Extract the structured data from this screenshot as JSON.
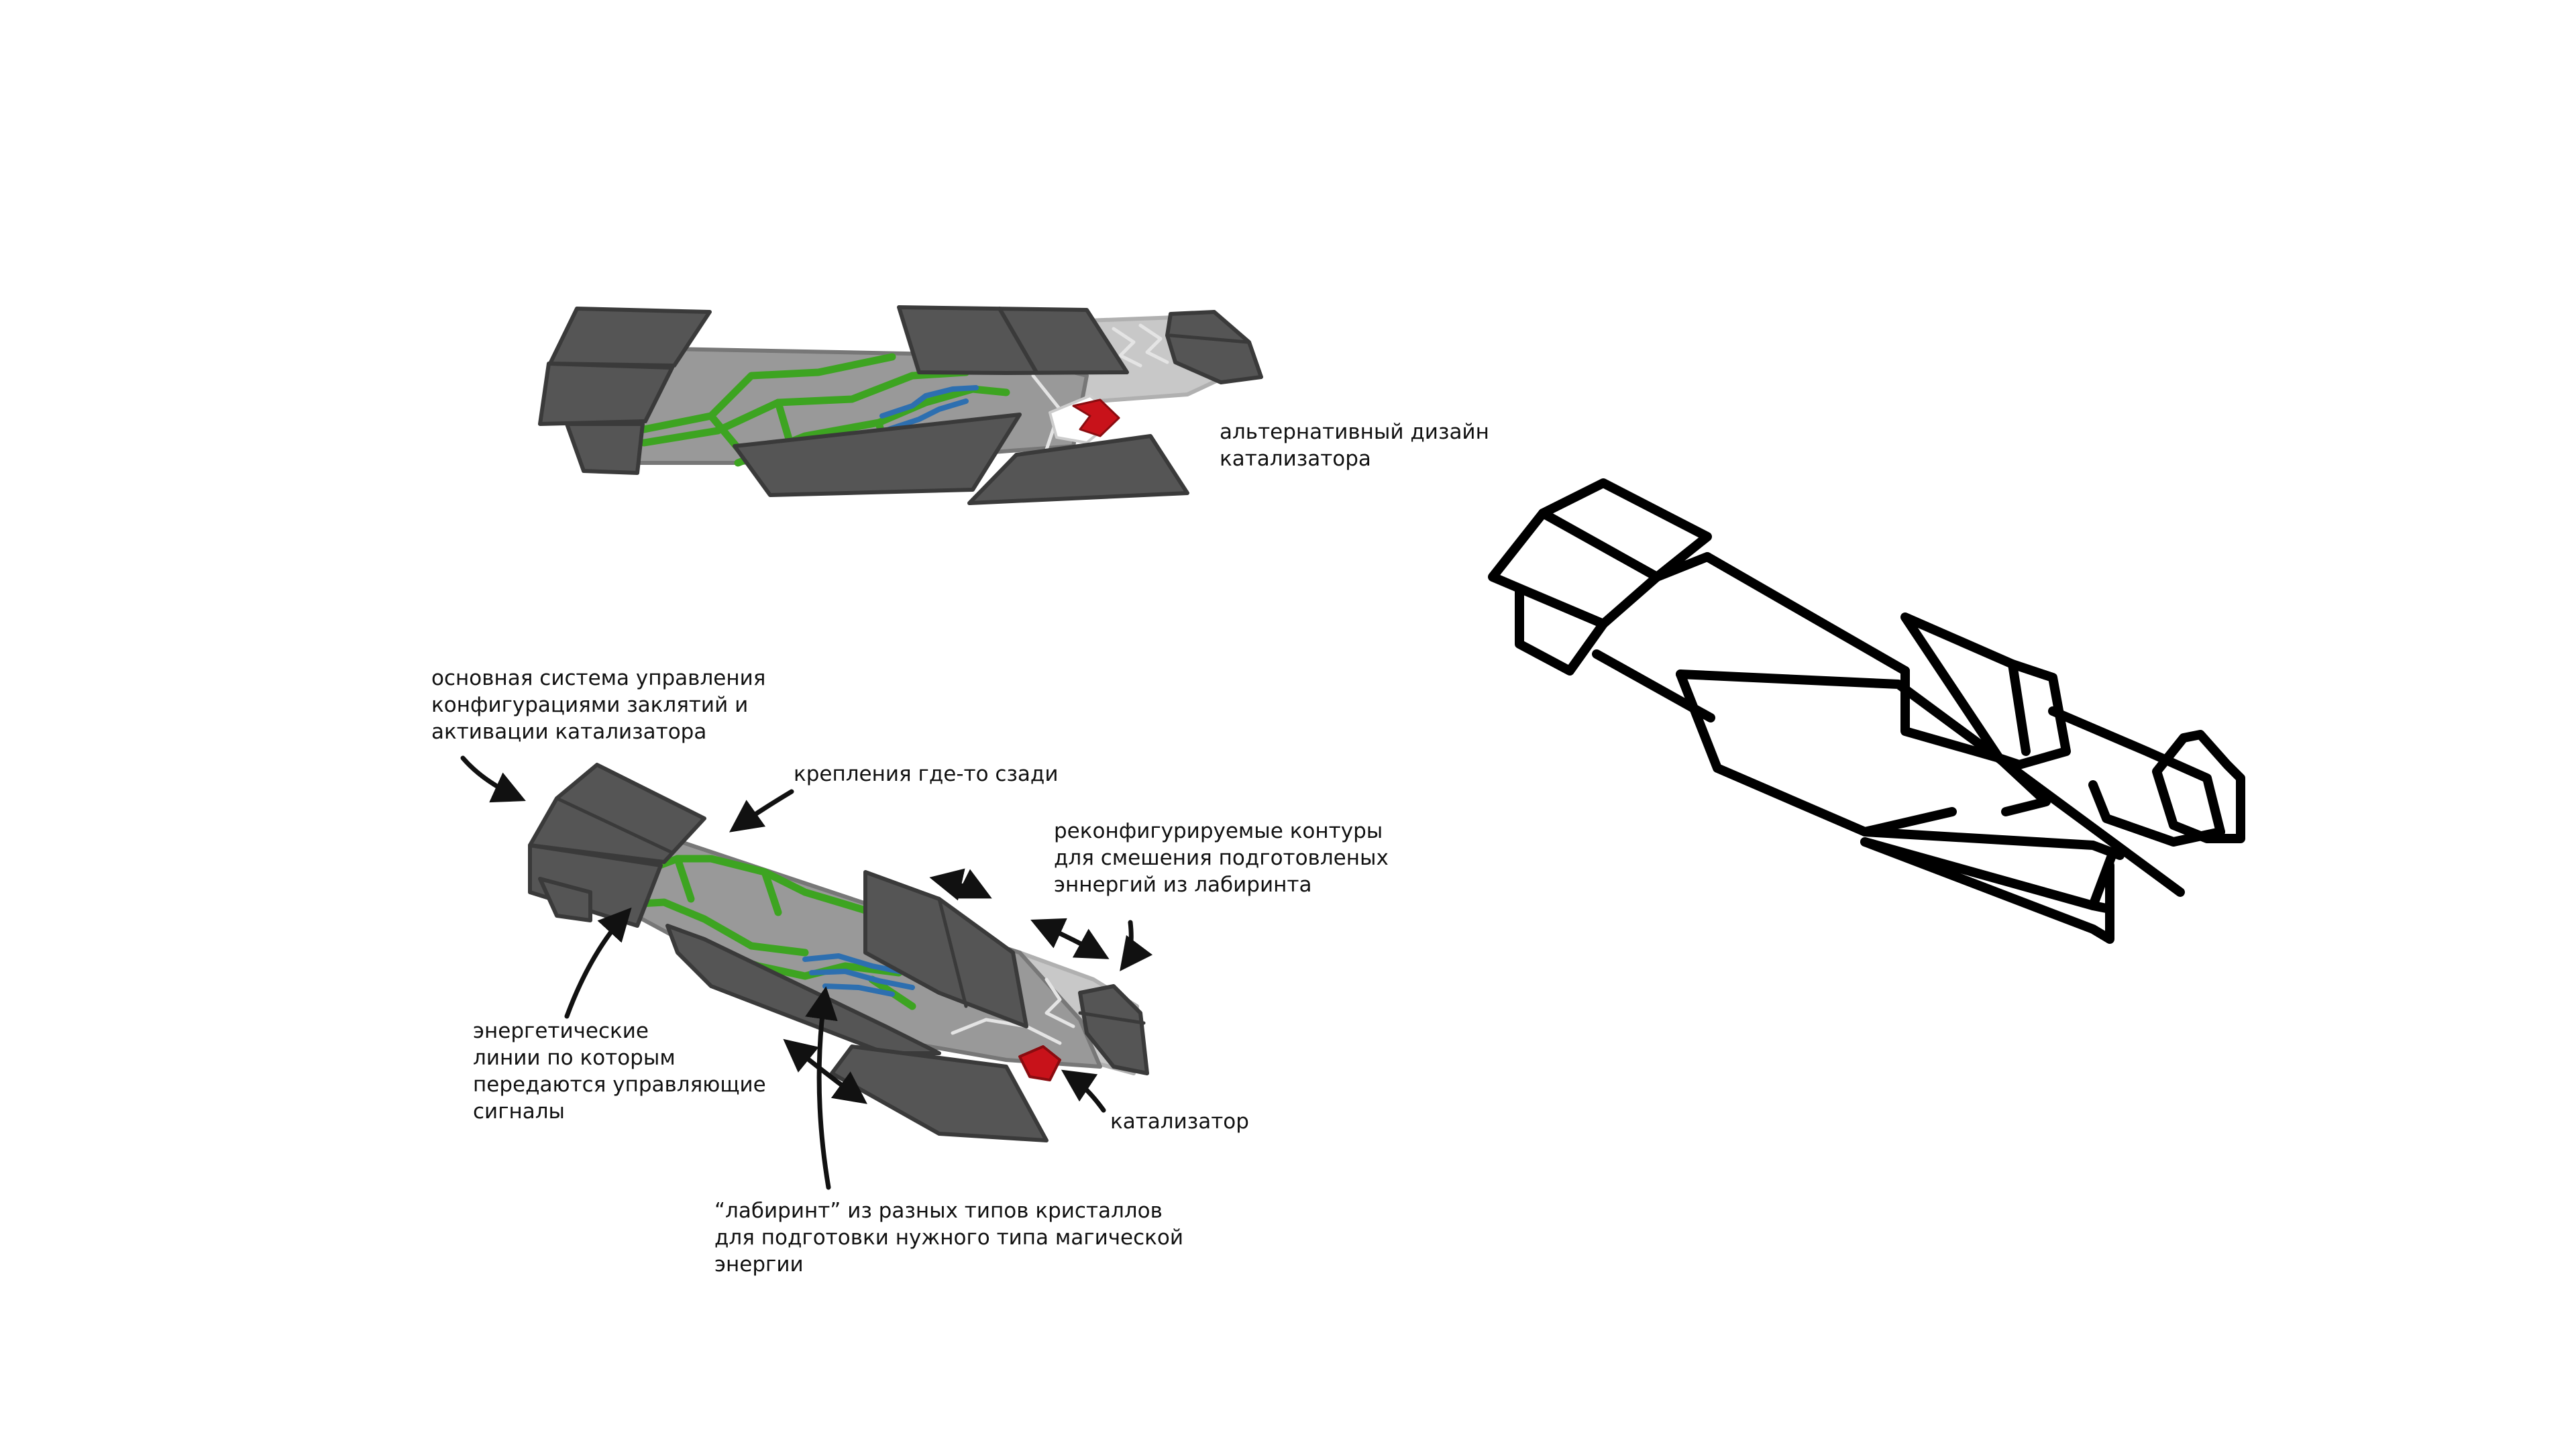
{
  "colors": {
    "background": "#ffffff",
    "armor_dark": "#555555",
    "armor_outline": "#3a3a3a",
    "body_gray": "#999999",
    "body_light": "#c8c8c8",
    "energy_line": "#3da421",
    "crystal_blue": "#2d6fb0",
    "catalyst": "#c8121a",
    "wireframe": "#000000"
  },
  "annotations": {
    "alt_catalyst": "альтернативный дизайн\nкатализатора",
    "main_control": "основная система управления\nконфигурациями заклятий и\nактивации катализатора",
    "mounts": "крепления где-то сзади",
    "reconfigurable": "реконфигурируемые контуры\nдля смешения подготовленых\nэннергий из лабиринта",
    "energy_lines": "энергетические\nлинии по которым\nпередаются управляющие\nсигналы",
    "catalyst": "катализатор",
    "labyrinth": "“лабиринт” из разных типов кристаллов\nдля подготовки нужного типа магической\nэнергии"
  },
  "figures": {
    "top_sketch": "alternative-design-sketch",
    "bottom_sketch": "annotated-device-sketch",
    "right_sketch": "wireframe-sketch"
  }
}
